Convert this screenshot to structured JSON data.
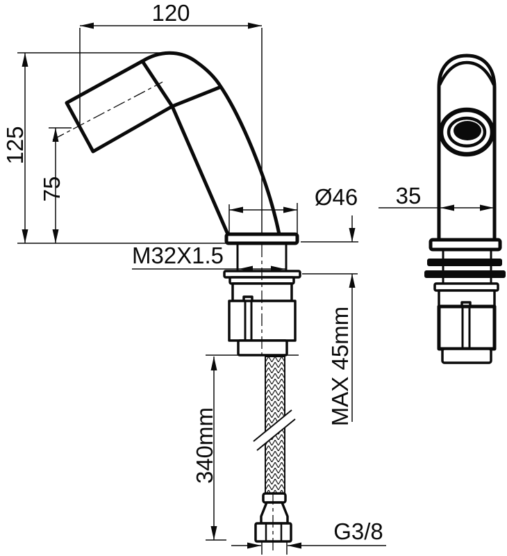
{
  "drawing": {
    "subject": "basin faucet installation dimensions",
    "views": [
      "front",
      "side"
    ]
  },
  "colors": {
    "ink": "#0a0a0a",
    "paper": "#ffffff"
  },
  "labels": {
    "reach": "120",
    "height_overall": "125",
    "height_outlet": "75",
    "thread": "M32X1.5",
    "base_diameter": "Ø46",
    "max_deck": "MAX 45mm",
    "hose_length": "340mm",
    "connector": "G3/8",
    "body_width": "35"
  }
}
